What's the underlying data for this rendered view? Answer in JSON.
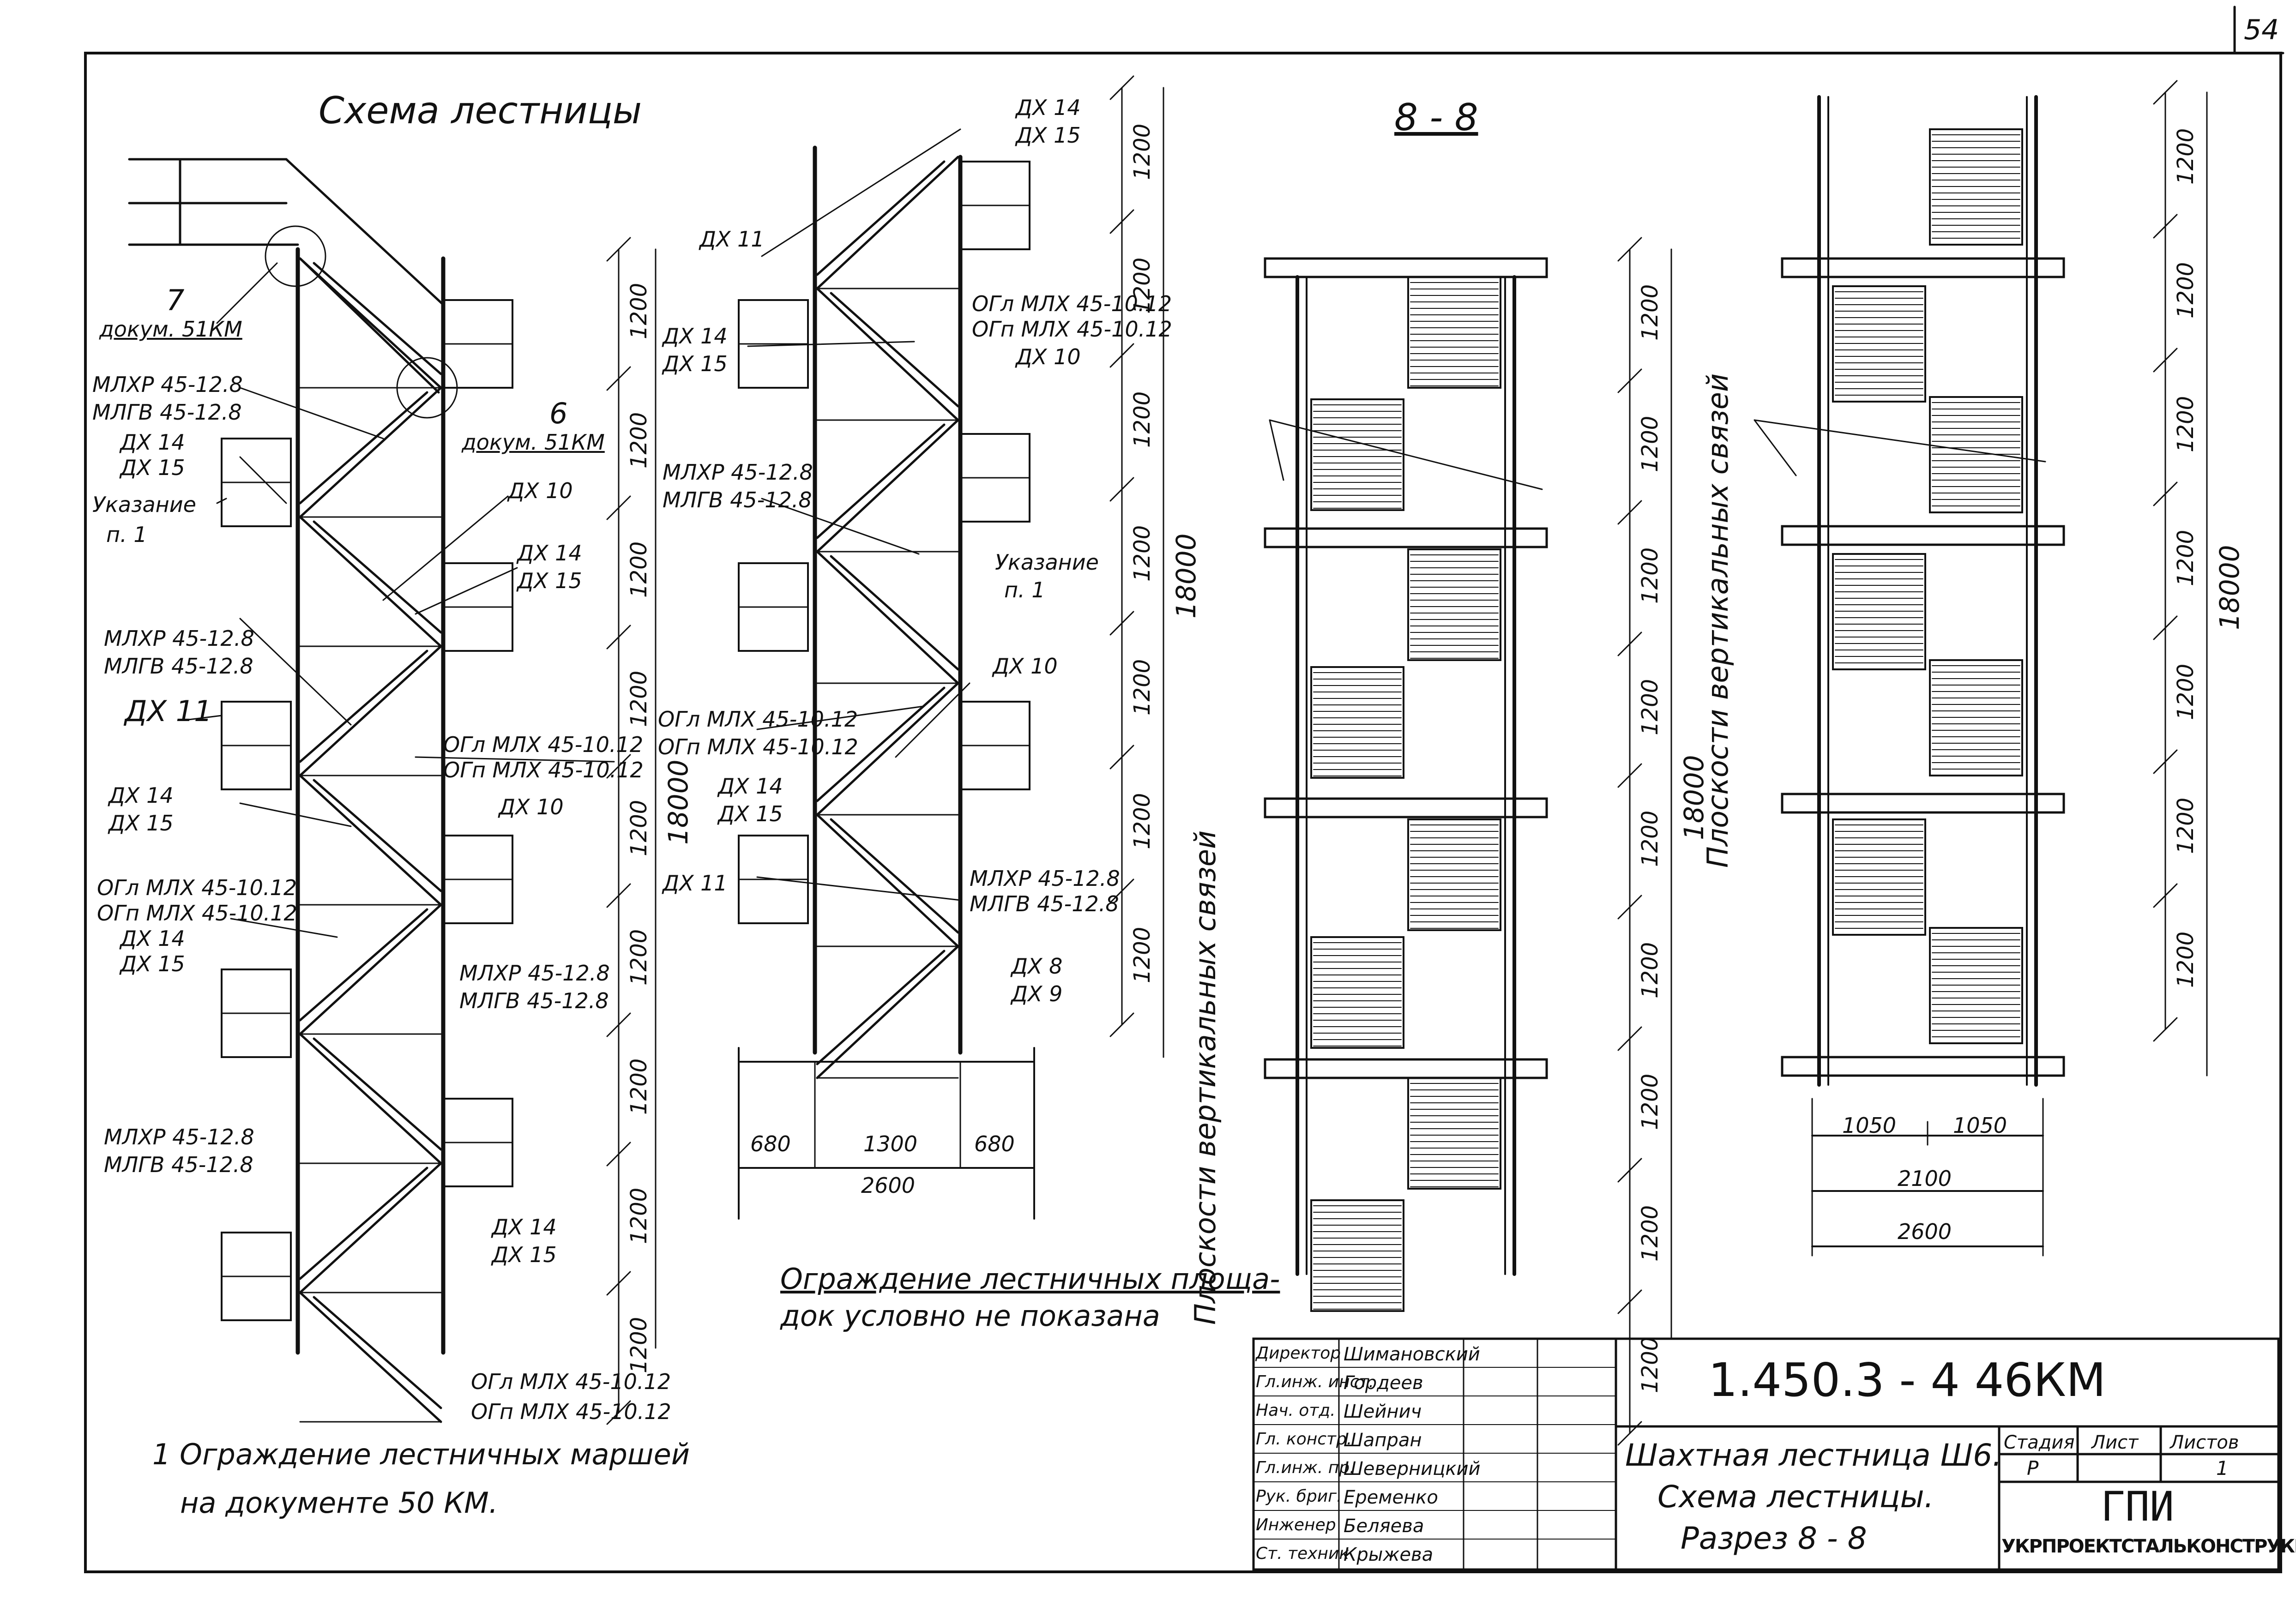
{
  "sheet_number": "54",
  "scheme": {
    "title": "Схема лестницы",
    "callout_7": {
      "num": "7",
      "doc": "докум. 51КМ"
    },
    "callout_6": {
      "num": "6",
      "doc": "докум. 51КМ"
    },
    "labels": {
      "mlxr": "МЛХР 45-12.8",
      "mlgv": "МЛГВ 45-12.8",
      "dx14": "ДХ 14",
      "dx15": "ДХ 15",
      "dx10": "ДХ 10",
      "dx11": "ДХ 11",
      "dx8": "ДХ 8",
      "dx9": "ДХ 9",
      "ukaz": "Указание",
      "p1": "п. 1",
      "ogr1": "ОГл МЛХ 45-10.12",
      "ogr2": "ОГп МЛХ 45-10.12"
    },
    "dim_1200": "1200",
    "dim_18000": "18000",
    "bottom_dims": {
      "a": "680",
      "b": "1300",
      "c": "680",
      "total": "2600"
    }
  },
  "section": {
    "title": "8 - 8",
    "planes": "Плоскости вертикальных связей",
    "right_dims": {
      "a": "1050",
      "b": "1050",
      "mid": "2100",
      "total": "2600"
    }
  },
  "note_platforms": {
    "line1": "Ограждение лестничных площа-",
    "line2": "док условно не показана"
  },
  "note_footer": {
    "line1": "1 Ограждение лестничных маршей",
    "line2": "на документе 50 КМ."
  },
  "title_block": {
    "code": "1.450.3 - 4  46КМ",
    "name1": "Шахтная лестница Ш6.",
    "name2": "Схема лестницы.",
    "name3": "Разрез  8 - 8",
    "stage_h": "Стадия",
    "sheet_h": "Лист",
    "sheets_h": "Листов",
    "stage": "Р",
    "sheet": "",
    "sheets": "1",
    "org1": "ГПИ",
    "org2": "УКРПРОЕКТСТАЛЬКОНСТРУКЦИЯ",
    "roles": [
      {
        "role": "Директор",
        "name": "Шимановский"
      },
      {
        "role": "Гл.инж. инст.",
        "name": "Гордеев"
      },
      {
        "role": "Нач. отд.",
        "name": "Шейнич"
      },
      {
        "role": "Гл. констр.",
        "name": "Шапран"
      },
      {
        "role": "Гл.инж. пр.",
        "name": "Шеверницкий"
      },
      {
        "role": "Рук. бриг.",
        "name": "Еременко"
      },
      {
        "role": "Инженер",
        "name": "Беляева"
      },
      {
        "role": "Ст. техник",
        "name": "Крыжева"
      }
    ]
  }
}
